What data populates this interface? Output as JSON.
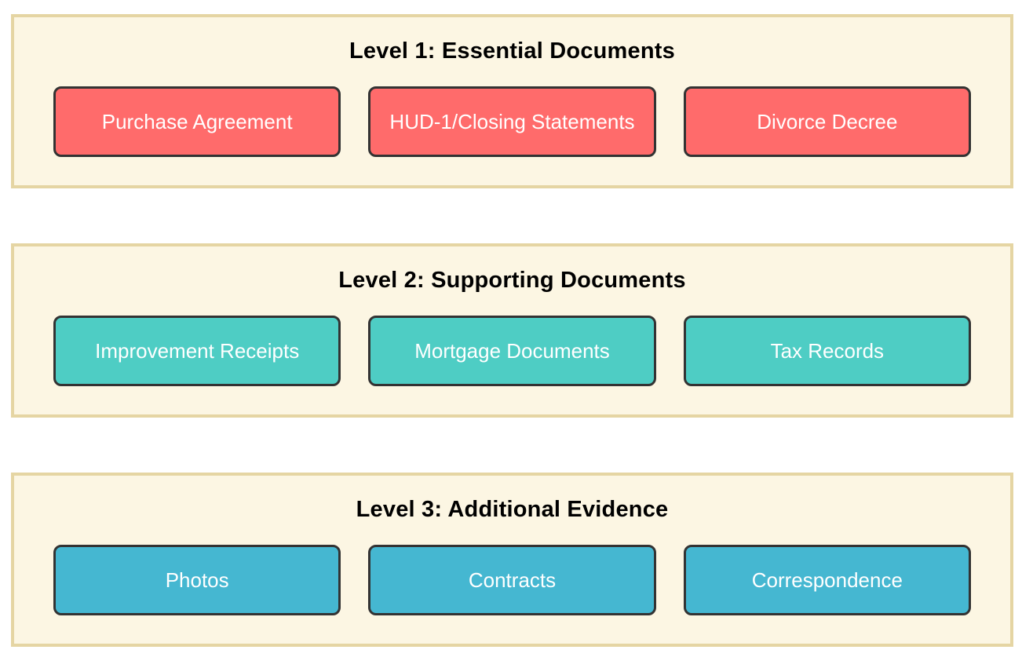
{
  "colors": {
    "page_bg": "#FFFFFF",
    "container_bg": "#FCF6E3",
    "container_border": "#E5D5A3",
    "node_border": "#333333",
    "node_text": "#FFFFFF",
    "title_text": "#000000"
  },
  "levels": [
    {
      "title": "Level 1: Essential Documents",
      "color": "#FF6B6B",
      "items": [
        "Purchase Agreement",
        "HUD-1/Closing Statements",
        "Divorce Decree"
      ]
    },
    {
      "title": "Level 2: Supporting Documents",
      "color": "#4ECDC4",
      "items": [
        "Improvement Receipts",
        "Mortgage Documents",
        "Tax Records"
      ]
    },
    {
      "title": "Level 3: Additional Evidence",
      "color": "#45B7D1",
      "items": [
        "Photos",
        "Contracts",
        "Correspondence"
      ]
    }
  ]
}
